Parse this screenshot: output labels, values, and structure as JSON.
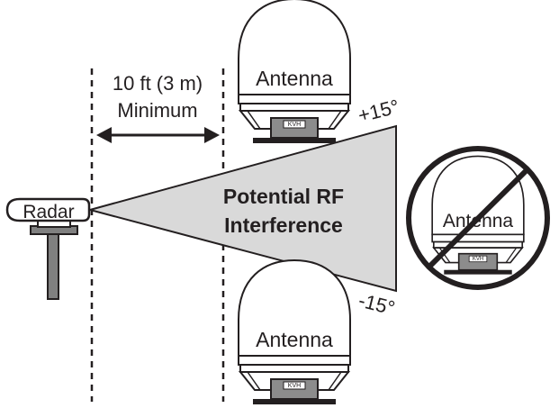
{
  "distance": {
    "line1": "10 ft (3 m)",
    "line2": "Minimum"
  },
  "radar": {
    "label": "Radar"
  },
  "interference": {
    "line1": "Potential RF",
    "line2": "Interference"
  },
  "angles": {
    "upper": "+15°",
    "lower": "-15°"
  },
  "antennas": {
    "top": {
      "label": "Antenna",
      "logo": "KVH"
    },
    "bottom": {
      "label": "Antenna",
      "logo": "KVH"
    },
    "prohibited": {
      "label": "Antenna",
      "logo": "KVH"
    }
  },
  "colors": {
    "ink": "#231f20",
    "beam_fill": "#d9d9d9",
    "base_gray": "#8c8c8c",
    "mount_gray": "#808080"
  }
}
